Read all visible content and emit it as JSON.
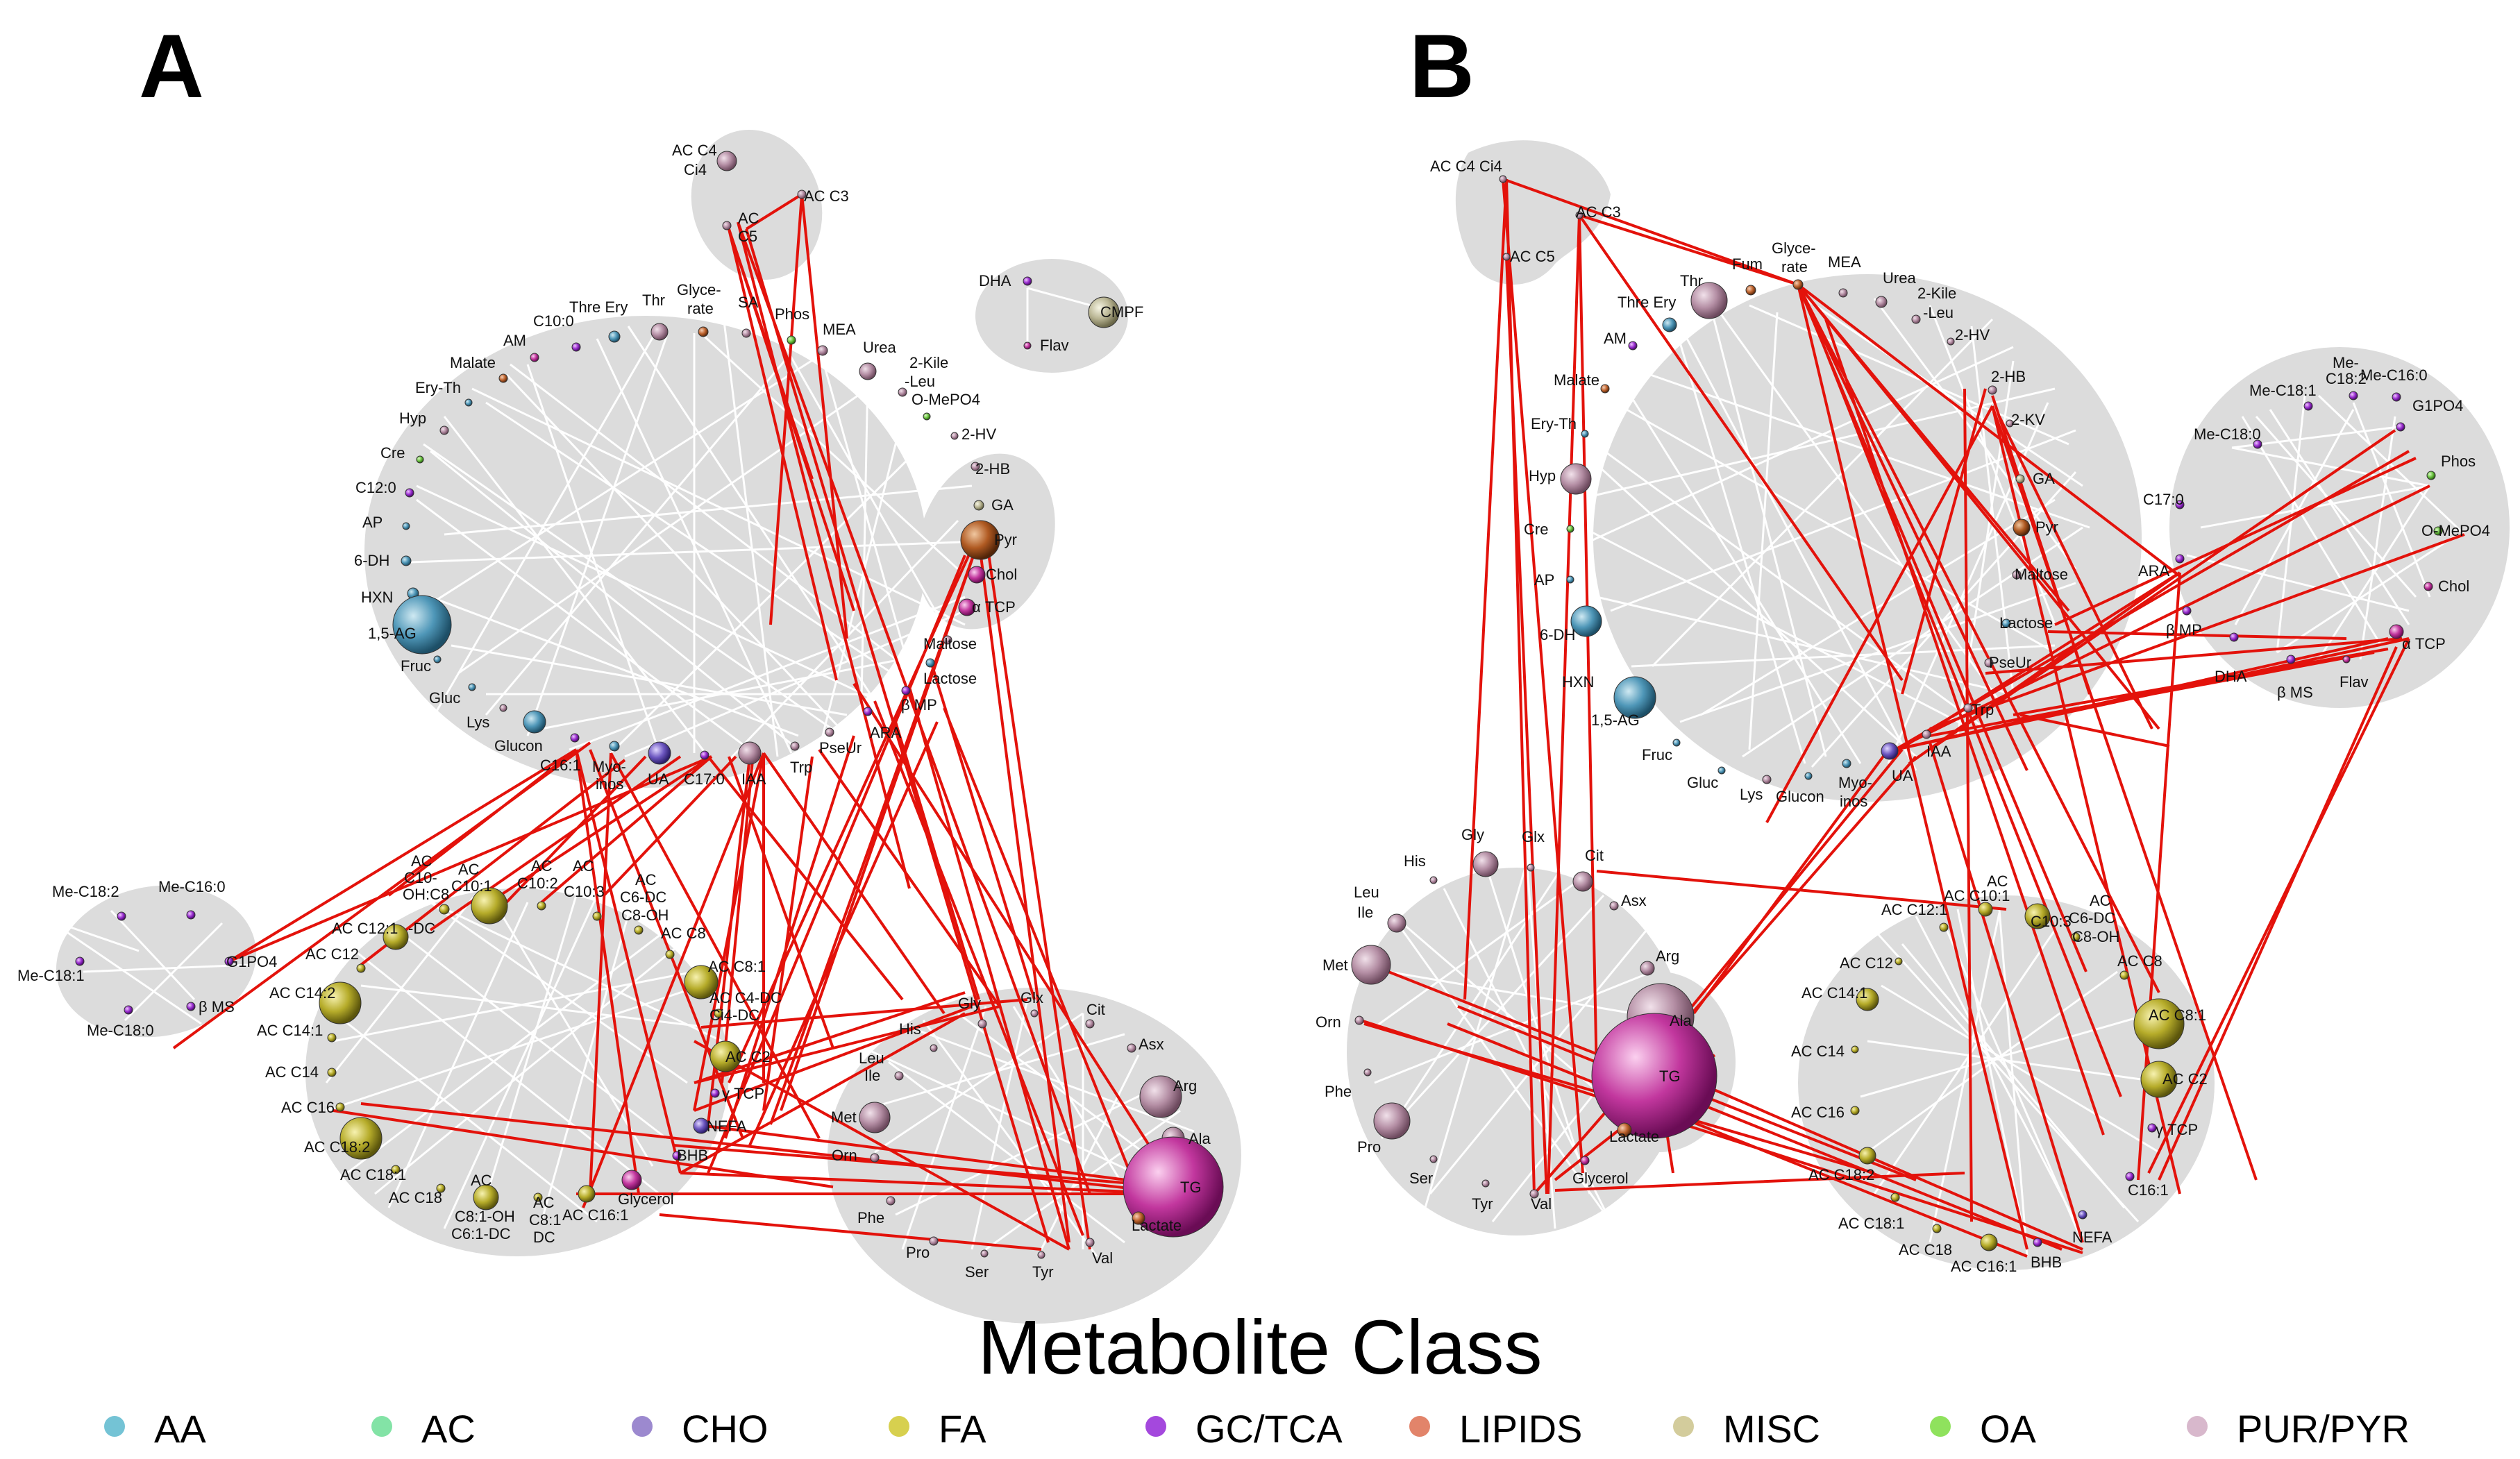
{
  "panels": {
    "a": {
      "letter": "A"
    },
    "b": {
      "letter": "B"
    }
  },
  "legend": {
    "title": "Metabolite Class",
    "items": [
      {
        "label": "AA",
        "color": "#74c3d5"
      },
      {
        "label": "AC",
        "color": "#83e3a6"
      },
      {
        "label": "CHO",
        "color": "#9c89cf"
      },
      {
        "label": "FA",
        "color": "#d7d04f"
      },
      {
        "label": "GC/TCA",
        "color": "#a448dd"
      },
      {
        "label": "LIPIDS",
        "color": "#e2846a"
      },
      {
        "label": "MISC",
        "color": "#d3cc9c"
      },
      {
        "label": "OA",
        "color": "#8fe25d"
      },
      {
        "label": "PUR/PYR",
        "color": "#d8b8cc"
      }
    ]
  },
  "node_labels_a": {
    "a1": "AC C4",
    "a2": "Ci4",
    "a3": "AC C3",
    "a4": "AC",
    "a5": "C5",
    "a6": "DHA",
    "a7": "CMPF",
    "a8": "Flav",
    "a9": "Glyce-",
    "a10": "rate",
    "a11": "Thre Ery",
    "a12": "Thr",
    "a13": "C10:0",
    "a14": "SA",
    "a15": "Phos",
    "a16": "MEA",
    "a17": "AM",
    "a18": "Urea",
    "a19": "2-Kile",
    "a20": "-Leu",
    "a21": "Malate",
    "a22": "O-MePO4",
    "a23": "Ery-Th",
    "a24": "2-HV",
    "a25": "Hyp",
    "a26": "2-HB",
    "a27": "Cre",
    "a28": "GA",
    "a29": "C12:0",
    "a30": "Pyr",
    "a31": "AP",
    "a32": "Chol",
    "a33": "6-DH",
    "a34": "α TCP",
    "a35": "HXN",
    "a36": "1,5-AG",
    "a37": "Maltose",
    "a38": "Fruc",
    "a39": "Lactose",
    "a40": "Gluc",
    "a41": "β MP",
    "a42": "Lys",
    "a43": "ARA",
    "a44": "Glucon",
    "a45": "PseUr",
    "a46": "C16:1",
    "a47": "Myo-",
    "a48": "inos",
    "a49": "UA",
    "a50": "C17:0",
    "a51": "IAA",
    "a52": "Trp",
    "a53": "Me-C18:2",
    "a54": "Me-C16:0",
    "a55": "Me-C18:1",
    "a56": "G1PO4",
    "a57": "β MS",
    "a58": "Me-C18:0",
    "a59": "AC",
    "a60": "C10-",
    "a61": "OH:C8",
    "a62": "AC",
    "a63": "C10:1",
    "a64": "AC",
    "a65": "C10:2",
    "a66": "AC",
    "a67": "C10:3",
    "a68": "AC",
    "a69": "C6-DC",
    "a70": "C8-OH",
    "a71": "AC C12:1",
    "a72": "-DC",
    "a73": "AC C8",
    "a74": "AC C12",
    "a75": "AC C8:1",
    "a76": "AC C14:2",
    "a77": "AC C4-DC",
    "a78": "Ci4-DC",
    "a79": "AC C14:1",
    "a80": "AC C2",
    "a81": "AC C14",
    "a82": "γ TCP",
    "a83": "AC C16",
    "a84": "NEFA",
    "a85": "AC C18:2",
    "a86": "BHB",
    "a87": "AC C18:1",
    "a88": "Glycerol",
    "a89": "AC C18",
    "a90": "AC",
    "a91": "C8:1-OH",
    "a92": "C6:1-DC",
    "a93": "AC",
    "a94": "C8:1",
    "a95": "DC",
    "a96": "AC C16:1",
    "a97": "His",
    "a98": "Gly",
    "a99": "Glx",
    "a100": "Cit",
    "a101": "Leu",
    "a102": "Ile",
    "a103": "Asx",
    "a104": "Met",
    "a105": "Arg",
    "a106": "Ala",
    "a107": "Orn",
    "a108": "TG",
    "a109": "Phe",
    "a110": "Lactate",
    "a111": "Pro",
    "a112": "Ser",
    "a113": "Tyr",
    "a114": "Val"
  },
  "node_labels_b": {
    "b1": "AC C4 Ci4",
    "b2": "AC C3",
    "b3": "AC C5",
    "b4": "Glyce-",
    "b5": "rate",
    "b6": "Fum",
    "b7": "Thr",
    "b8": "Thre Ery",
    "b9": "MEA",
    "b10": "Urea",
    "b11": "2-Kile",
    "b12": "-Leu",
    "b13": "AM",
    "b14": "2-HV",
    "b15": "Malate",
    "b16": "2-HB",
    "b17": "Ery-Th",
    "b18": "2-KV",
    "b19": "Hyp",
    "b20": "GA",
    "b21": "Cre",
    "b22": "Pyr",
    "b23": "AP",
    "b24": "Maltose",
    "b25": "6-DH",
    "b26": "Lactose",
    "b27": "HXN",
    "b28": "PseUr",
    "b29": "1,5-AG",
    "b30": "Trp",
    "b31": "Fruc",
    "b32": "Gluc",
    "b33": "Lys",
    "b34": "Glucon",
    "b35": "Myo-",
    "b36": "inos",
    "b37": "UA",
    "b38": "IAA",
    "b39": "Me-",
    "b40": "C18:2",
    "b41": "Me-C16:0",
    "b42": "Me-C18:1",
    "b43": "G1PO4",
    "b44": "Me-C18:0",
    "b45": "Phos",
    "b46": "C17:0",
    "b47": "O-MePO4",
    "b48": "ARA",
    "b49": "Chol",
    "b50": "β MP",
    "b51": "α TCP",
    "b52": "DHA",
    "b53": "β MS",
    "b54": "Flav",
    "b55": "Gly",
    "b56": "Glx",
    "b57": "Cit",
    "b58": "His",
    "b59": "Asx",
    "b60": "Leu",
    "b61": "Ile",
    "b62": "Met",
    "b63": "Arg",
    "b64": "Ala",
    "b65": "Orn",
    "b66": "TG",
    "b67": "Phe",
    "b68": "Lactate",
    "b69": "Pro",
    "b70": "Glycerol",
    "b71": "Ser",
    "b72": "Tyr",
    "b73": "Val",
    "b74": "AC",
    "b75": "AC C10:1",
    "b76": "AC",
    "b77": "AC C12:1",
    "b78": "C10:3",
    "b79": "C6-DC",
    "b80": "C8-OH",
    "b81": "AC C12",
    "b82": "AC C8",
    "b83": "AC C14:1",
    "b84": "AC C8:1",
    "b85": "AC C14",
    "b86": "AC C2",
    "b87": "AC C16",
    "b88": "γ TCP",
    "b89": "C16:1",
    "b90": "AC C18:2",
    "b91": "NEFA",
    "b92": "AC C18:1",
    "b93": "AC C18",
    "b94": "AC C16:1",
    "b95": "BHB"
  }
}
